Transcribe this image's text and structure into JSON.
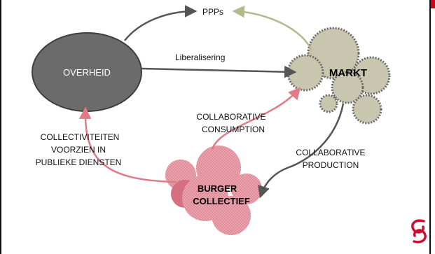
{
  "nodes": {
    "overheid": "OVERHEID",
    "markt": "MARKT",
    "ppps": "PPPs",
    "burger_collectief": [
      "BURGER",
      "COLLECTIEF"
    ]
  },
  "edges": {
    "liberalisering": "Liberalisering",
    "collaborative_consumption": [
      "COLLABORATIVE",
      "CONSUMPTION"
    ],
    "collaborative_production": [
      "COLLABORATIVE",
      "PRODUCTION"
    ],
    "collectiviteiten": [
      "COLLECTIVITEITEN",
      "VOORZIEN IN",
      "PUBLIEKE DIENSTEN"
    ]
  },
  "colors": {
    "overheid_fill": "#6b6b6b",
    "markt_fill": "#c9c6b0",
    "markt_border": "#6b6b6b",
    "burger_fill": "#e8a3ae",
    "burger_dark": "#d4707f",
    "arrow_dark": "#555555",
    "arrow_green": "#b5b98a",
    "arrow_red": "#e07a86",
    "logo": "#c8102e"
  },
  "icons": {
    "logo": "cc-logo-icon"
  }
}
